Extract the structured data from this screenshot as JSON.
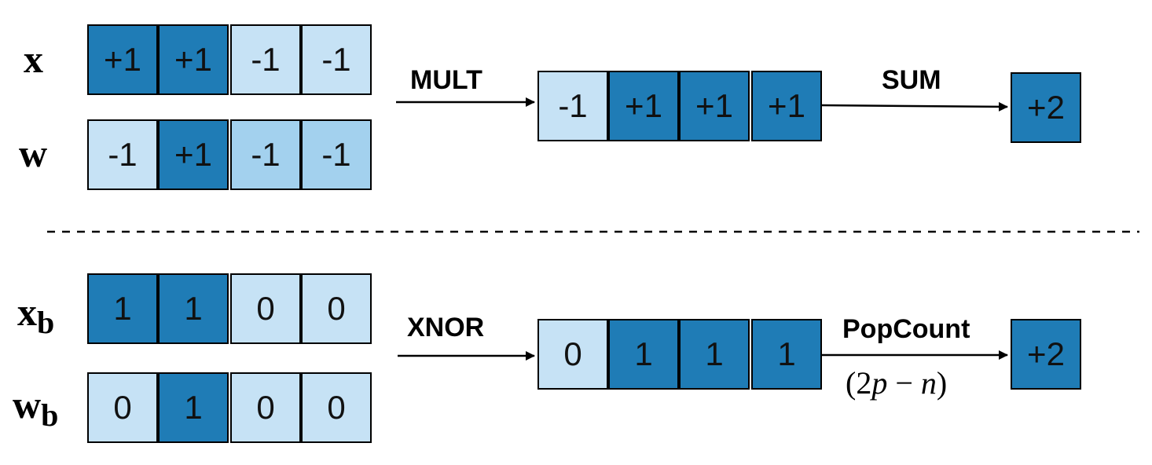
{
  "top": {
    "x": {
      "label": "x",
      "cells": [
        "+1",
        "+1",
        "-1",
        "-1"
      ]
    },
    "w": {
      "label": "w",
      "cells": [
        "-1",
        "+1",
        "-1",
        "-1"
      ]
    },
    "op1": "MULT",
    "product": [
      "-1",
      "+1",
      "+1",
      "+1"
    ],
    "op2": "SUM",
    "result": "+2"
  },
  "bottom": {
    "xb": {
      "label": "x",
      "sub": "b",
      "cells": [
        "1",
        "1",
        "0",
        "0"
      ]
    },
    "wb": {
      "label": "w",
      "sub": "b",
      "cells": [
        "0",
        "1",
        "0",
        "0"
      ]
    },
    "op1": "XNOR",
    "product": [
      "0",
      "1",
      "1",
      "1"
    ],
    "op2": "PopCount",
    "formula": {
      "open": "(2",
      "p": "p",
      "minus": " − ",
      "n": "n",
      "close": ")"
    },
    "result": "+2"
  },
  "colors": {
    "dark": "#1f7cb6",
    "light": "#c6e2f5",
    "mid": "#a3d1ee"
  }
}
